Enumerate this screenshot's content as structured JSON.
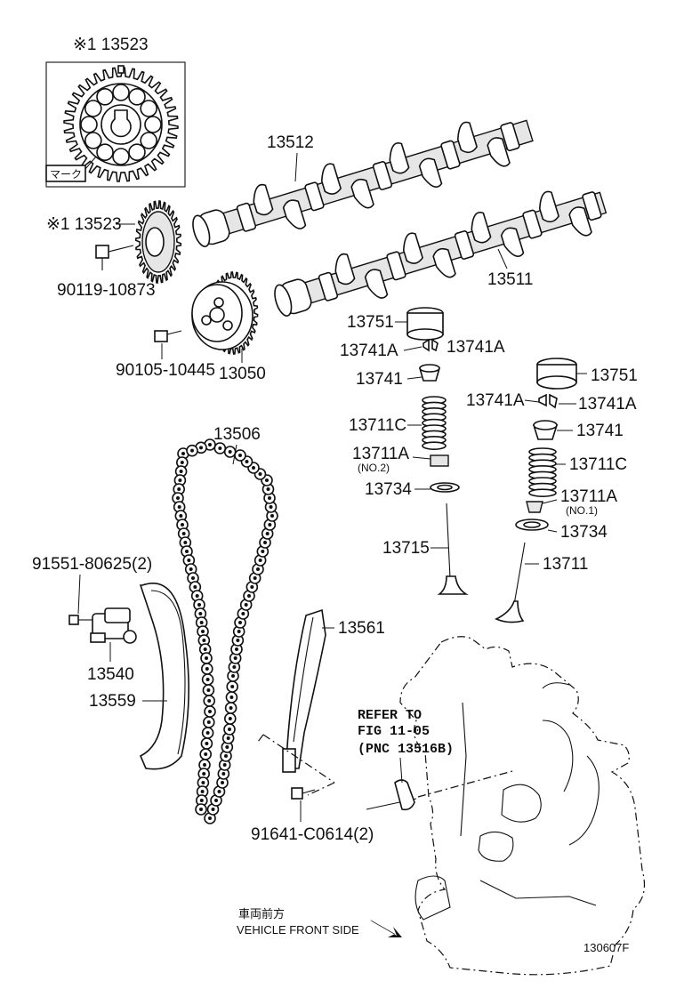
{
  "labels": {
    "sprocket_inset_label": "※1 13523",
    "sprocket_label": "※1 13523",
    "camshaft_intake": "13512",
    "camshaft_exhaust": "13511",
    "bolt_sprocket": "90119-10873",
    "bolt_vvt": "90105-10445",
    "vvt_gear": "13050",
    "lifter_left": "13751",
    "keeper_left_a": "13741A",
    "keeper_left_b": "13741A",
    "retainer_left": "13741",
    "spring_left": "13711C",
    "spring_seat_left": "13711A",
    "spring_seat_left_sub": "(NO.2)",
    "seal_left": "13734",
    "valve_left": "13715",
    "lifter_right": "13751",
    "keeper_right_a": "13741A",
    "keeper_right_b": "13741A",
    "retainer_right": "13741",
    "spring_right": "13711C",
    "spring_seat_right": "13711A",
    "spring_seat_right_sub": "(NO.1)",
    "seal_right": "13734",
    "valve_right": "13711",
    "chain": "13506",
    "bolt_tensioner": "91551-80625(2)",
    "tensioner": "13540",
    "slipper": "13559",
    "damper": "13561",
    "bolt_damper": "91641-C0614(2)",
    "mark_box": "マーク"
  },
  "note": {
    "line1": "REFER TO",
    "line2": "FIG 11-05",
    "line3": "(PNC 13516B)"
  },
  "footer": {
    "front_jp": "車両前方",
    "front_en": "VEHICLE FRONT SIDE",
    "figure_id": "130607F"
  }
}
